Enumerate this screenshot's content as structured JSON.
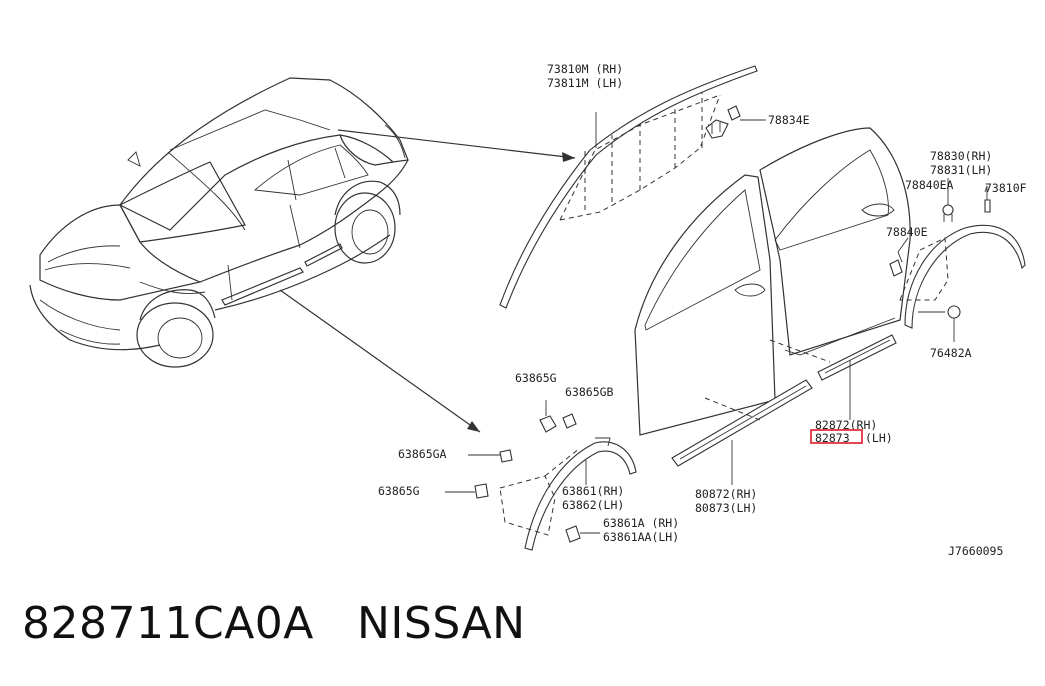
{
  "labels": {
    "l73810m": "73810M (RH)",
    "l73811m": "73811M (LH)",
    "l78834e": "78834E",
    "l78830": "78830(RH)",
    "l78831": "78831(LH)",
    "l78840ea": "78840EA",
    "l73810f": "73810F",
    "l78840e": "78840E",
    "l76482a": "76482A",
    "l82872": "82872(RH)",
    "l82873_num": "82873",
    "l82873_side": "(LH)",
    "l80872": "80872(RH)",
    "l80873": "80873(LH)",
    "l63865g_top": "63865G",
    "l63865gb": "63865GB",
    "l63865ga": "63865GA",
    "l63865g_left": "63865G",
    "l63861": "63861(RH)",
    "l63862": "63862(LH)",
    "l63861a": "63861A (RH)",
    "l63861aa": "63861AA(LH)",
    "diagram_code": "J7660095"
  },
  "highlight_color": "#e0192b",
  "footer": {
    "part_number": "828711CA0A",
    "brand": "NISSAN"
  }
}
